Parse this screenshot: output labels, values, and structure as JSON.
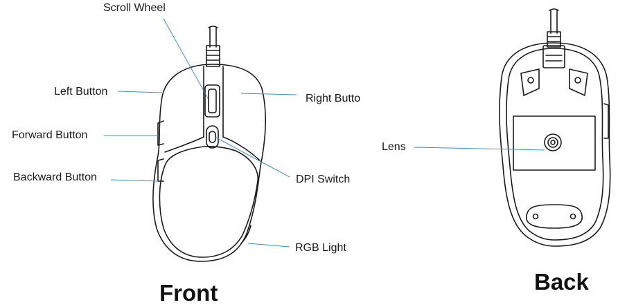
{
  "labels": {
    "scroll_wheel": "Scroll Wheel",
    "left_button": "Left Button",
    "right_button": "Right Butto",
    "forward_button": "Forward Button",
    "backward_button": "Backward Button",
    "dpi_switch": "DPI Switch",
    "rgb_light": "RGB Light",
    "lens": "Lens"
  },
  "titles": {
    "front": "Front",
    "back": "Back"
  },
  "colors": {
    "leader_line": "#3b8fc4",
    "outline": "#1a1a1a"
  }
}
